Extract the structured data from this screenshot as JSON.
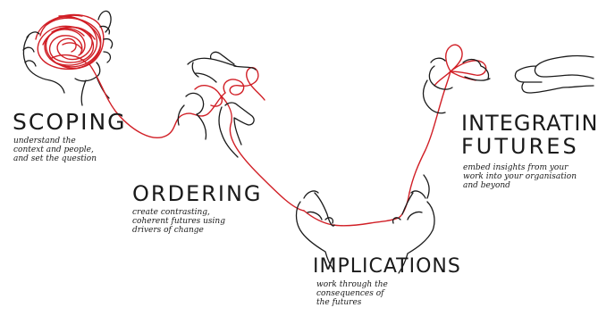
{
  "colors": {
    "thread": "#d11f26",
    "ink": "#1a1a1a",
    "background": "#ffffff"
  },
  "stages": {
    "scoping": {
      "title": "SCOPING",
      "description": "understand the\ncontext and people,\nand set the question"
    },
    "ordering": {
      "title": "ORDERING",
      "description": "create contrasting,\ncoherent futures using\ndrivers of change"
    },
    "implications": {
      "title": "IMPLICATIONS",
      "description": "work through the\nconsequences of\nthe futures"
    },
    "integrating": {
      "title_line1": "INTEGRATING",
      "title_line2": "FUTURES",
      "description": "embed insights from your\nwork into your organisation\nand beyond"
    }
  },
  "illustrations": [
    "tangled-thread-hands",
    "untangling-hands",
    "stretching-thread-hands",
    "bow-tying-hands",
    "receiving-hand"
  ]
}
